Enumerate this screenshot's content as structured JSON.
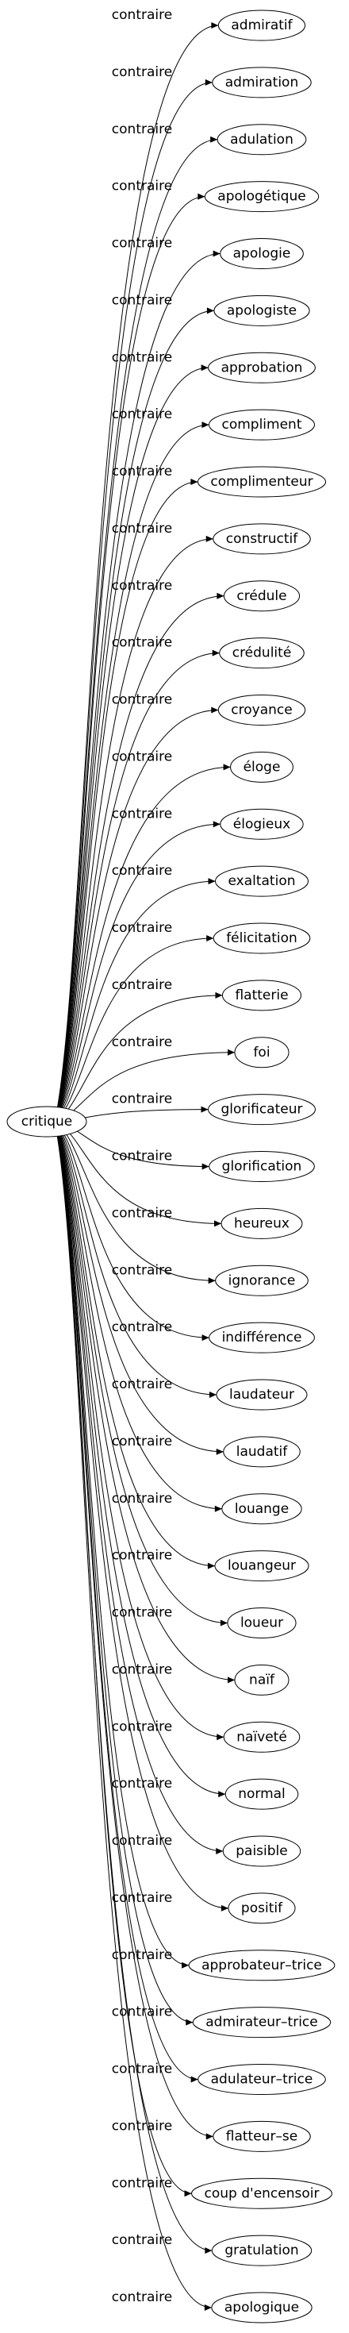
{
  "center": "critique",
  "relation": "contraire",
  "targets": [
    "admiratif",
    "admiration",
    "adulation",
    "apologétique",
    "apologie",
    "apologiste",
    "approbation",
    "compliment",
    "complimenteur",
    "constructif",
    "crédule",
    "crédulité",
    "croyance",
    "éloge",
    "élogieux",
    "exaltation",
    "félicitation",
    "flatterie",
    "foi",
    "glorificateur",
    "glorification",
    "heureux",
    "ignorance",
    "indifférence",
    "laudateur",
    "laudatif",
    "louange",
    "louangeur",
    "loueur",
    "naïf",
    "naïveté",
    "normal",
    "paisible",
    "positif",
    "approbateur–trice",
    "admirateur–trice",
    "adulateur–trice",
    "flatteur–se",
    "coup d'encensoir",
    "gratulation",
    "apologique"
  ]
}
